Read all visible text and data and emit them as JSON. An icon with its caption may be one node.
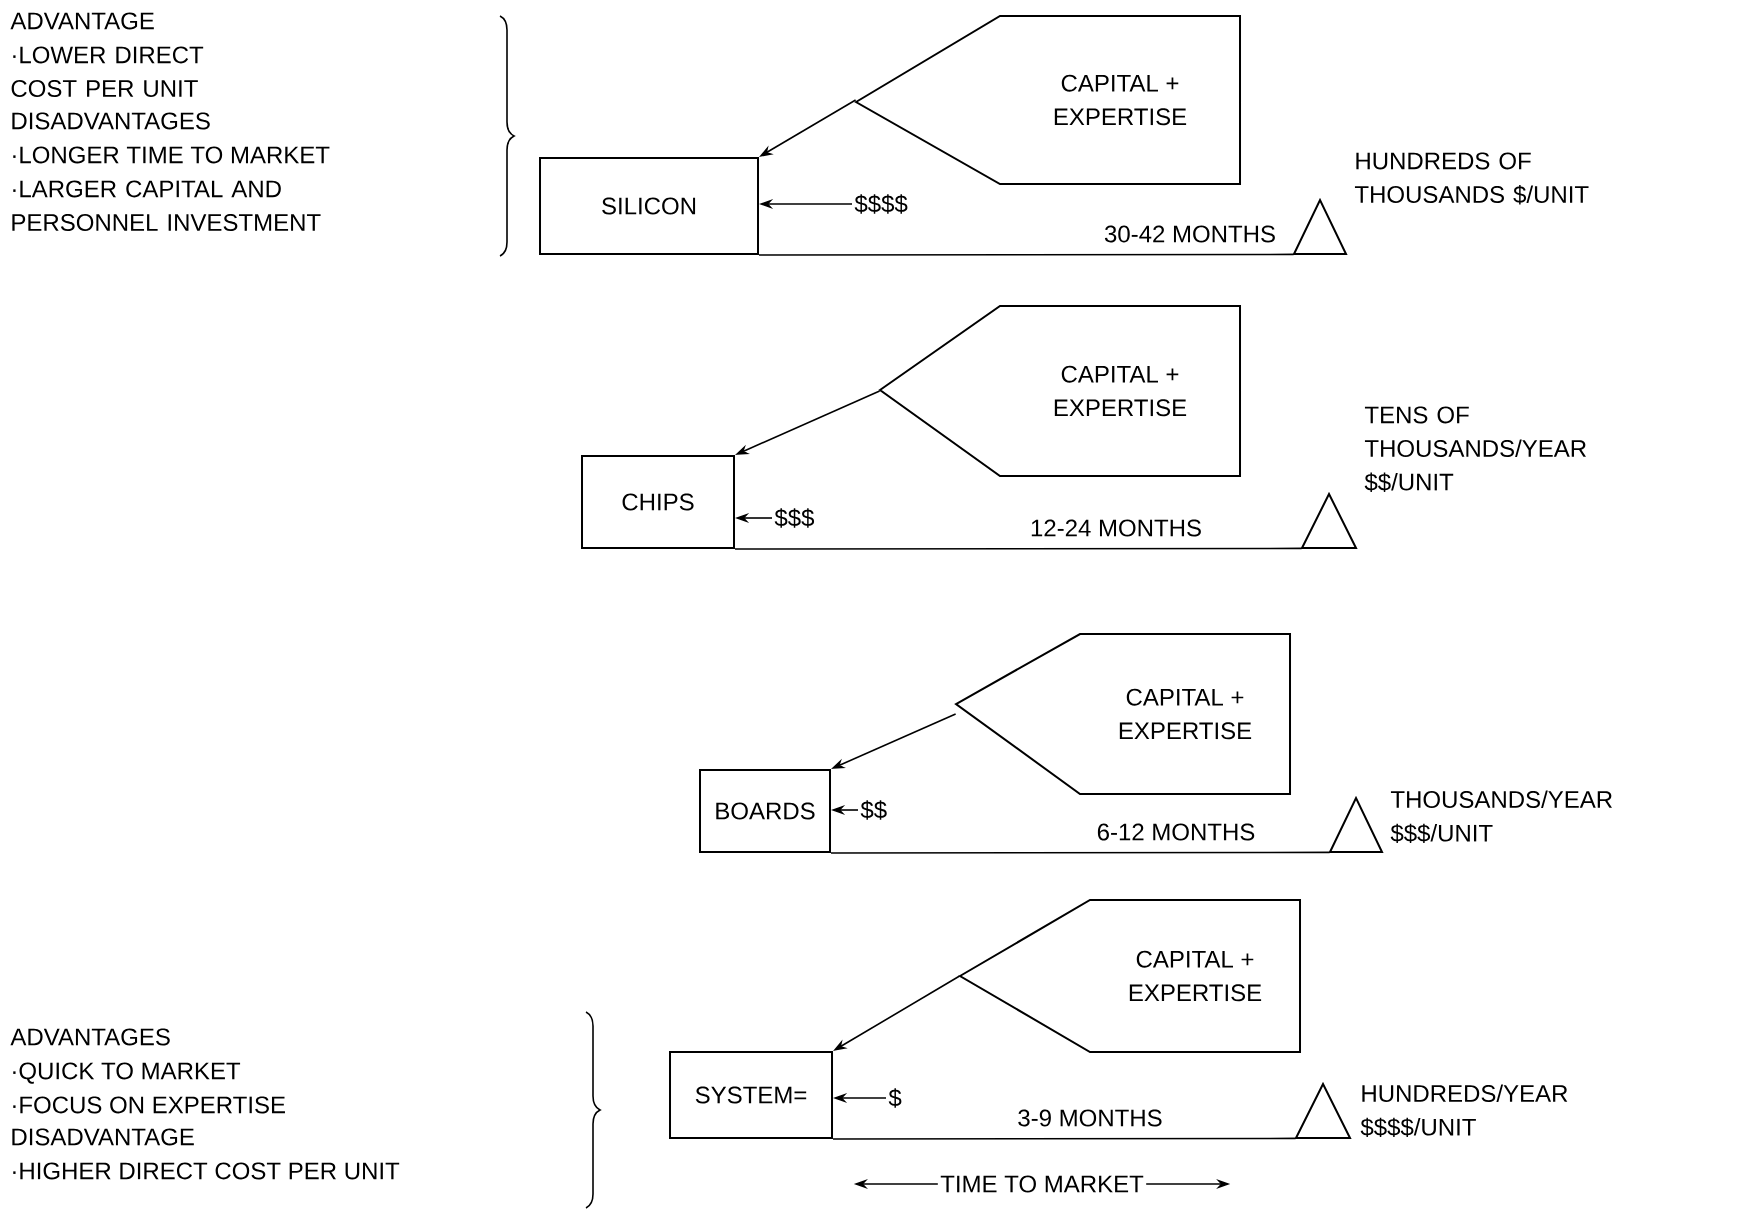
{
  "diagram": {
    "nodes": [
      {
        "text": [
          "SILICON"
        ]
      },
      {
        "text": [
          "CAPITAL + EXPERTISE"
        ]
      },
      {
        "text": [
          "$$$$"
        ]
      },
      {
        "text": [],
        "shape": "triangle",
        "beside": [
          "HUNDREDS OF THOUSANDS $/UNIT"
        ]
      },
      {
        "text": [
          "CHIPS"
        ]
      },
      {
        "text": [
          "CAPITAL + EXPERTISE"
        ]
      },
      {
        "text": [
          "$$$"
        ]
      },
      {
        "text": [],
        "shape": "triangle",
        "beside": [
          "TENS OF THOUSANDS/YEAR $$/UNIT"
        ]
      },
      {
        "text": [
          "BOARDS"
        ]
      },
      {
        "text": [
          "CAPITAL + EXPERTISE"
        ]
      },
      {
        "text": [
          "$$"
        ]
      },
      {
        "text": [],
        "shape": "triangle",
        "beside": [
          "THOUSANDS/YEAR $$$/UNIT"
        ]
      },
      {
        "text": [
          "SYSTEM="
        ]
      },
      {
        "text": [
          "CAPITAL + EXPERTISE"
        ]
      },
      {
        "text": [
          "$"
        ]
      },
      {
        "text": [],
        "shape": "triangle",
        "beside": [
          "HUNDREDS/YEAR $$$$/UNIT"
        ]
      }
    ],
    "edges": [
      {
        "from": 1,
        "to": 0,
        "arrow": "to"
      },
      {
        "from": 2,
        "to": 0,
        "arrow": "to"
      },
      {
        "from": 0,
        "to": 3,
        "arrow": "none",
        "label": "30-42 MONTHS"
      },
      {
        "from": 5,
        "to": 4,
        "arrow": "to"
      },
      {
        "from": 6,
        "to": 4,
        "arrow": "to"
      },
      {
        "from": 4,
        "to": 7,
        "arrow": "none",
        "label": "12-24 MONTHS"
      },
      {
        "from": 9,
        "to": 8,
        "arrow": "to"
      },
      {
        "from": 10,
        "to": 8,
        "arrow": "to"
      },
      {
        "from": 8,
        "to": 11,
        "arrow": "none",
        "label": "6-12 MONTHS"
      },
      {
        "from": 13,
        "to": 12,
        "arrow": "to"
      },
      {
        "from": 14,
        "to": 12,
        "arrow": "to"
      },
      {
        "from": 12,
        "to": 15,
        "arrow": "none",
        "label": "3-9 MONTHS"
      }
    ],
    "labels": [
      "ADVANTAGE",
      "·LOWER DIRECT COST PER UNIT",
      "DISADVANTAGES",
      "·LONGER TIME TO MARKET",
      "·LARGER CAPITAL AND PERSONNEL INVESTMENT",
      "ADVANTAGES",
      "·QUICK TO MARKET",
      "·FOCUS ON EXPERTISE",
      "DISADVANTAGE",
      "·HIGHER DIRECT COST PER UNIT",
      "TIME TO MARKET"
    ]
  }
}
